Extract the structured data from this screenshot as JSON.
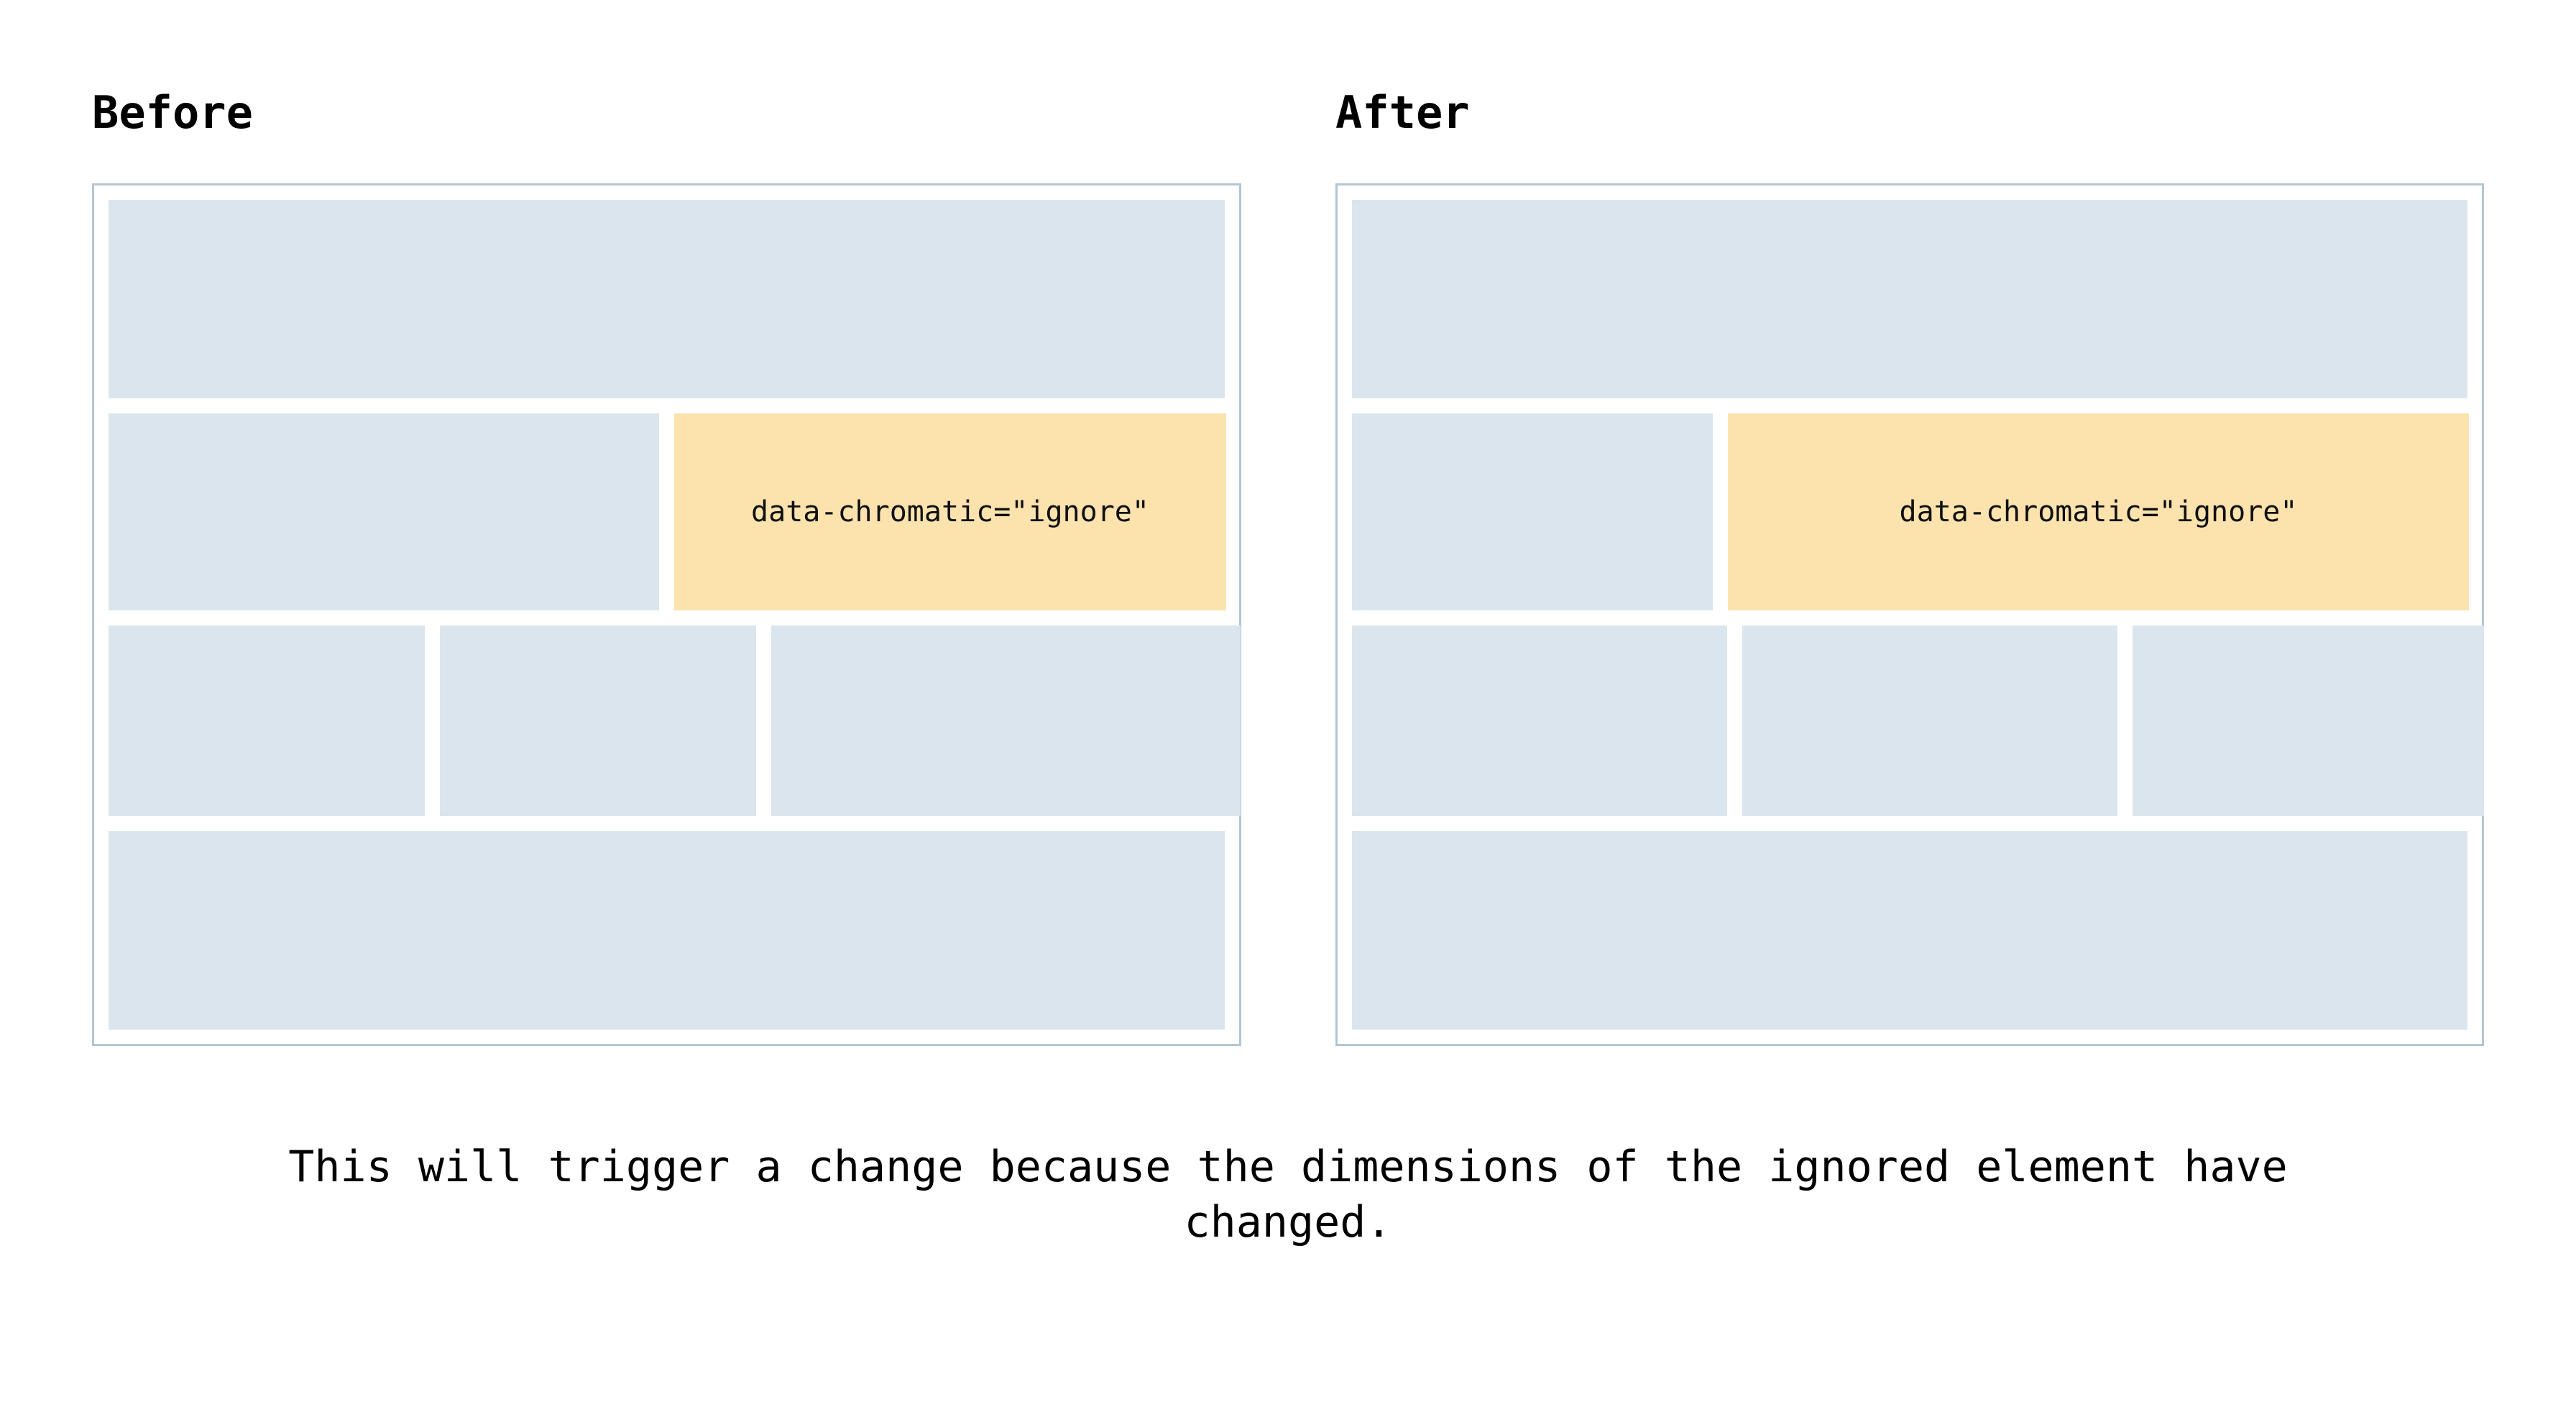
{
  "comparison": {
    "panels": [
      {
        "key": "before",
        "title": "Before",
        "ignored_block_label": "data-chromatic=\"ignore\"",
        "rows": [
          {
            "name": "hero",
            "blocks": [
              "placeholder"
            ]
          },
          {
            "name": "split",
            "blocks": [
              "placeholder",
              "ignored"
            ]
          },
          {
            "name": "triple",
            "blocks": [
              "placeholder",
              "placeholder",
              "placeholder"
            ]
          },
          {
            "name": "footer",
            "blocks": [
              "placeholder"
            ]
          }
        ]
      },
      {
        "key": "after",
        "title": "After",
        "ignored_block_label": "data-chromatic=\"ignore\"",
        "rows": [
          {
            "name": "hero",
            "blocks": [
              "placeholder"
            ]
          },
          {
            "name": "split",
            "blocks": [
              "placeholder",
              "ignored"
            ]
          },
          {
            "name": "triple",
            "blocks": [
              "placeholder",
              "placeholder",
              "placeholder"
            ]
          },
          {
            "name": "footer",
            "blocks": [
              "placeholder"
            ]
          }
        ]
      }
    ]
  },
  "caption": {
    "text": "This will trigger a change because the dimensions of the ignored element have changed."
  },
  "colors": {
    "placeholder_block": "#dae5ee",
    "ignored_block": "#fce3ae",
    "panel_border": "#b3c6d4",
    "text": "#000000",
    "background": "#ffffff"
  }
}
